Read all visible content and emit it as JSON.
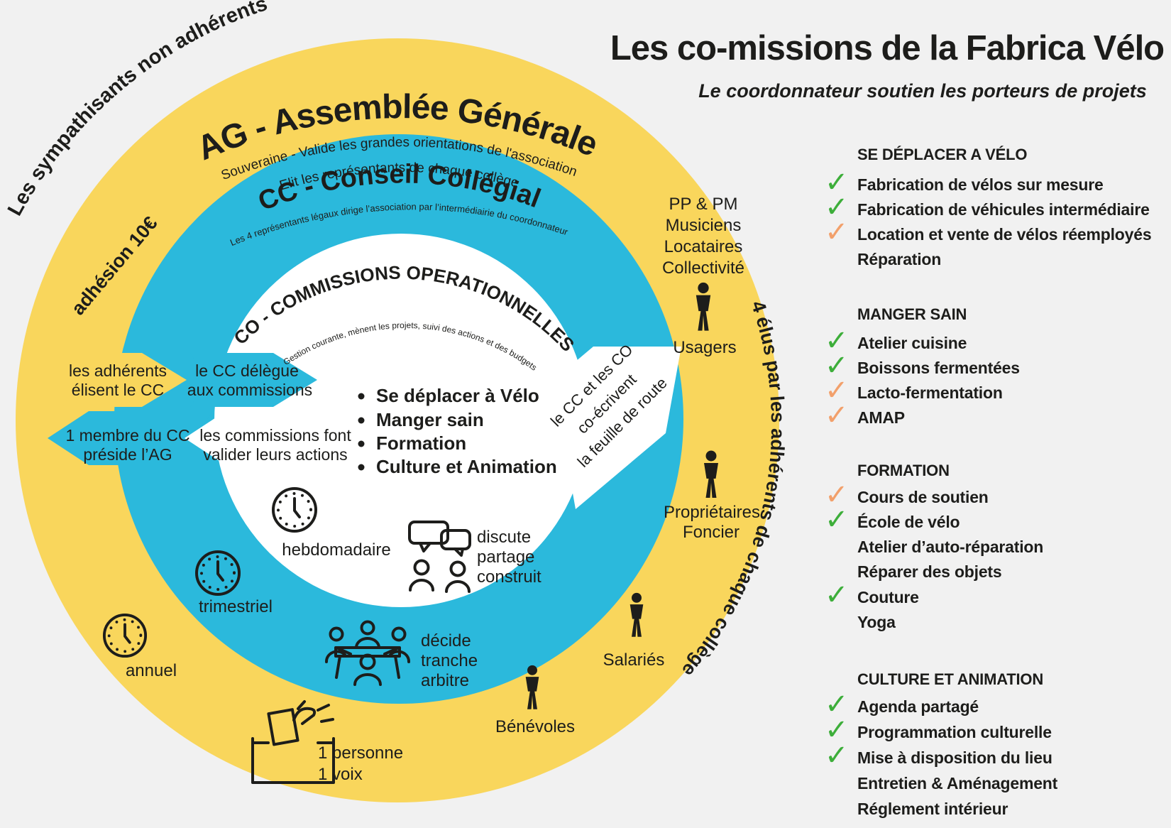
{
  "poster": {
    "title": "Les co-missions de la Fabrica Vélo",
    "subtitle": "Le coordonnateur soutien les porteurs de projets"
  },
  "colors": {
    "yellow": "#F9D65C",
    "cyan": "#2BB9DC",
    "white": "#FFFFFF",
    "background": "#F1F1F1",
    "ink": "#1D1D1B",
    "check_green": "#3DAE3A",
    "check_orange": "#F2A06B"
  },
  "rings": {
    "outside_label": "Les sympathisants non adhérents",
    "membership_note": "adhésion 10€",
    "elected_note": "4 élus par les adhérents de chaque collège",
    "ag": {
      "title": "AG - Assemblée Générale",
      "line1": "Souveraine - Valide les grandes orientations de l'association",
      "line2": "Elit les représentants de chaque collège"
    },
    "cc": {
      "title": "CC - Conseil Collégial",
      "subtitle": "Les 4 représentants légaux dirige l’association par l’intermédiairie du coordonnateur"
    },
    "co": {
      "title": "CO - COMMISSIONS OPERATIONNELLES",
      "subtitle": "Gestion courante, mènent les projets, suivi des actions et des budgets",
      "missions": [
        "Se déplacer à Vélo",
        "Manger sain",
        "Formation",
        "Culture et Animation"
      ]
    }
  },
  "arrows": {
    "adherents_elisent": [
      "les adhérents",
      "élisent le CC"
    ],
    "cc_delegue": [
      "le CC délègue",
      "aux commissions"
    ],
    "membre_preside": [
      "1 membre du CC",
      "préside l’AG"
    ],
    "commissions_valident": [
      "les commissions font",
      "valider leurs actions"
    ],
    "feuille_de_route": [
      "le CC et les CO",
      "co-écrivent",
      "la feuille de route"
    ]
  },
  "colleges": {
    "top_group": [
      "PP & PM",
      "Musiciens",
      "Locataires",
      "Collectivité"
    ],
    "usagers": "Usagers",
    "proprietaires": [
      "Propriétaires",
      "Foncier"
    ],
    "salaries": "Salariés",
    "benevoles": "Bénévoles"
  },
  "frequencies": {
    "weekly": "hebdomadaire",
    "quarterly": "trimestriel",
    "yearly": "annuel"
  },
  "practices": {
    "discussion": [
      "discute",
      "partage",
      "construit"
    ],
    "decision": [
      "décide",
      "tranche",
      "arbitre"
    ],
    "vote": [
      "1 personne",
      "1 voix"
    ]
  },
  "panel": {
    "sections": [
      {
        "title": "SE DÉPLACER A VÉLO",
        "items": [
          {
            "label": "Fabrication de vélos sur mesure",
            "check": "green"
          },
          {
            "label": "Fabrication de véhicules intermédiaire",
            "check": "green"
          },
          {
            "label": "Location et vente de vélos réemployés",
            "check": "orange"
          },
          {
            "label": "Réparation",
            "check": "none"
          }
        ]
      },
      {
        "title": "MANGER SAIN",
        "items": [
          {
            "label": "Atelier cuisine",
            "check": "green"
          },
          {
            "label": "Boissons fermentées",
            "check": "green"
          },
          {
            "label": "Lacto-fermentation",
            "check": "orange"
          },
          {
            "label": "AMAP",
            "check": "orange"
          }
        ]
      },
      {
        "title": "FORMATION",
        "items": [
          {
            "label": "Cours de soutien",
            "check": "orange"
          },
          {
            "label": "École de vélo",
            "check": "green"
          },
          {
            "label": "Atelier d’auto-réparation",
            "check": "none"
          },
          {
            "label": "Réparer des objets",
            "check": "none"
          },
          {
            "label": "Couture",
            "check": "green"
          },
          {
            "label": "Yoga",
            "check": "none"
          }
        ]
      },
      {
        "title": "CULTURE ET ANIMATION",
        "items": [
          {
            "label": "Agenda partagé",
            "check": "green"
          },
          {
            "label": "Programmation culturelle",
            "check": "green"
          },
          {
            "label": "Mise à disposition du lieu",
            "check": "green"
          },
          {
            "label": "Entretien & Aménagement",
            "check": "none"
          },
          {
            "label": "Réglement intérieur",
            "check": "none"
          }
        ]
      }
    ]
  }
}
